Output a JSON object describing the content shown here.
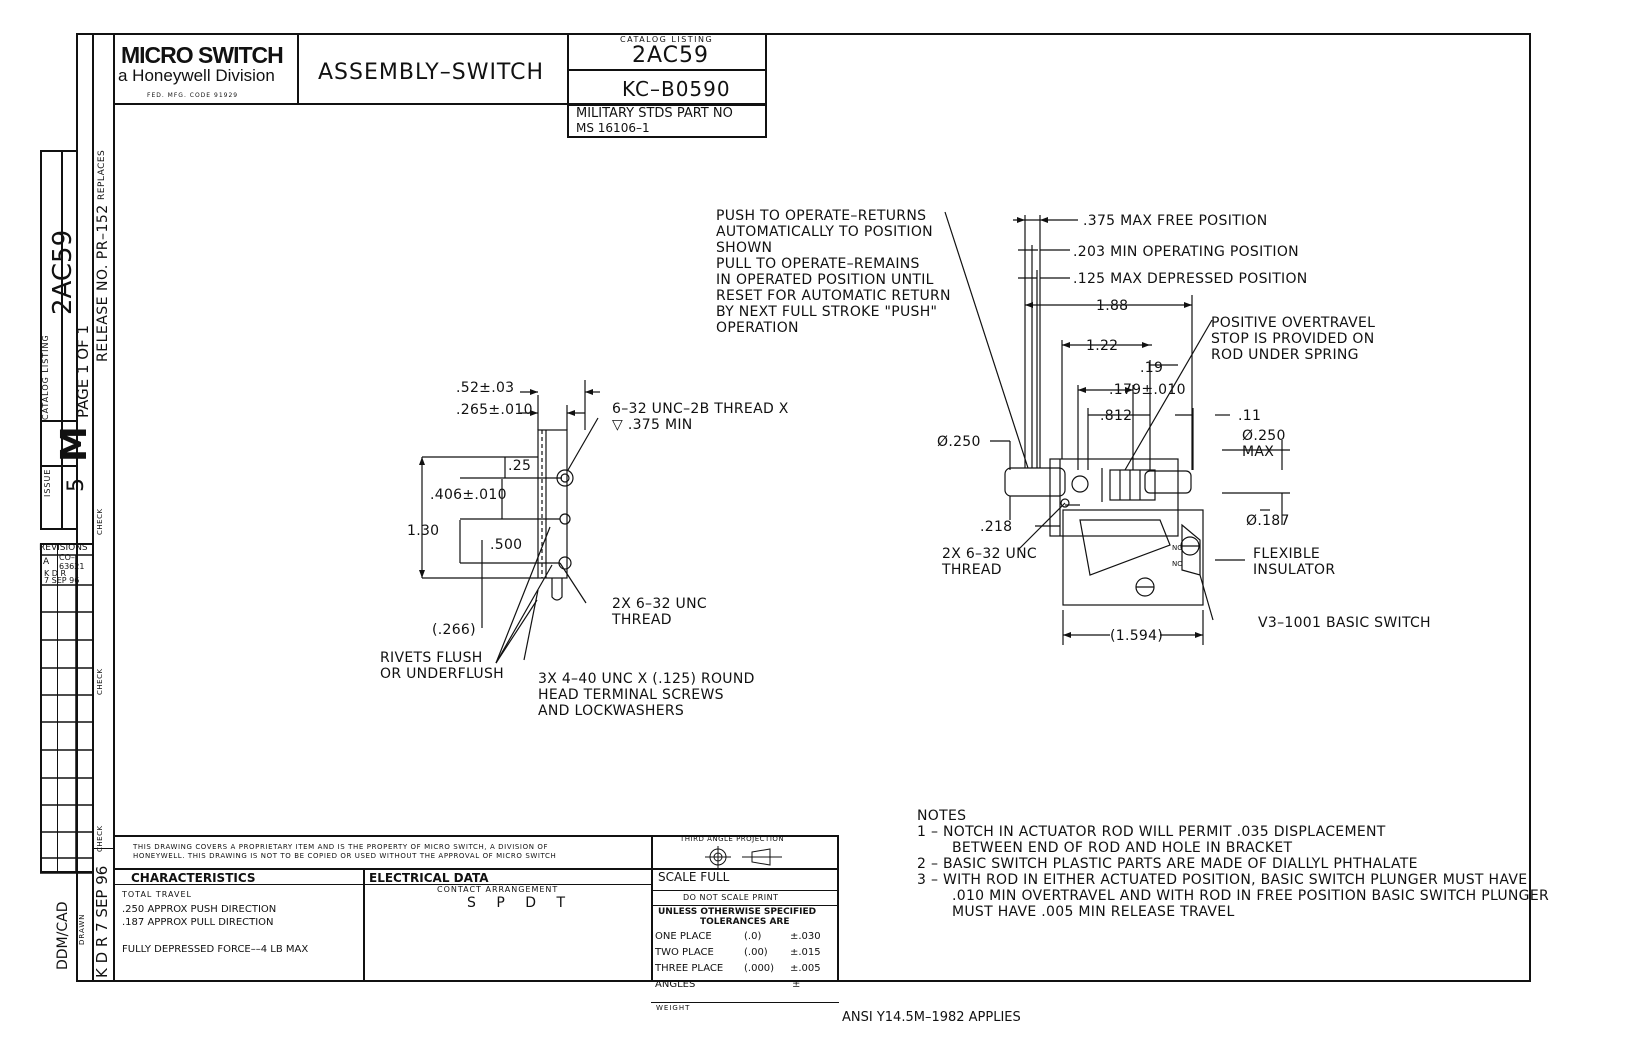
{
  "title_block": {
    "brand": "MICRO SWITCH",
    "division": "a Honeywell Division",
    "fed_code": "FED. MFG. CODE 91929",
    "drawing_title": "ASSEMBLY–SWITCH",
    "catalog_listing_label": "CATALOG LISTING",
    "catalog_listing": "2AC59",
    "drawing_number": "KC–B0590",
    "military_label": "MILITARY STDS PART NO",
    "military_part": "MS 16106–1"
  },
  "left_strip": {
    "replaces": "REPLACES",
    "release_no": "RELEASE NO. PR–152",
    "page": "PAGE 1 OF 1",
    "catalog_listing_label": "CATALOG LISTING",
    "catalog_listing": "2AC59",
    "issue_label": "ISSUE",
    "issue_letter": "M",
    "issue_number": "5",
    "check1": "CHECK",
    "check2": "CHECK",
    "check3": "CHECK",
    "revisions": "REVISIONS",
    "rev_a": "A",
    "rev_co": "CO–",
    "rev_co_num": "63621",
    "rev_kdr": "K D R",
    "rev_date": "7 SEP 96",
    "drawn_date": "K D R 7 SEP 96",
    "drawn": "DRAWN",
    "ddm_cad": "DDM/CAD"
  },
  "left_view": {
    "dim_52": ".52±.03",
    "dim_265": ".265±.010",
    "thread_note_1": "6–32 UNC–2B THREAD X",
    "thread_note_2": "▽ .375 MIN",
    "dim_25": ".25",
    "dim_406": ".406±.010",
    "dim_130": "1.30",
    "dim_500": ".500",
    "unc_note_1": "2X 6–32 UNC",
    "unc_note_2": "THREAD",
    "dim_266": "(.266)",
    "rivets_1": "RIVETS FLUSH",
    "rivets_2": "OR UNDERFLUSH",
    "screws_1": "3X 4–40 UNC X (.125) ROUND",
    "screws_2": "HEAD TERMINAL SCREWS",
    "screws_3": "AND LOCKWASHERS"
  },
  "push_note": [
    "PUSH TO OPERATE–RETURNS",
    "AUTOMATICALLY TO POSITION",
    "SHOWN",
    "PULL TO OPERATE–REMAINS",
    "IN OPERATED POSITION UNTIL",
    "RESET FOR AUTOMATIC RETURN",
    "BY NEXT FULL STROKE \"PUSH\"",
    "OPERATION"
  ],
  "right_view": {
    "free_pos": ".375 MAX FREE POSITION",
    "operating_pos": ".203 MIN OPERATING POSITION",
    "depressed_pos": ".125 MAX DEPRESSED POSITION",
    "dim_188": "1.88",
    "overtravel_1": "POSITIVE OVERTRAVEL",
    "overtravel_2": "STOP IS PROVIDED ON",
    "overtravel_3": "ROD UNDER SPRING",
    "dim_122": "1.22",
    "dim_19": ".19",
    "dim_179": ".179±.010",
    "dim_812": ".812",
    "dim_11": ".11",
    "dia_250_left": "Ø.250",
    "dia_250_right": "Ø.250",
    "max": "MAX",
    "dim_218": ".218",
    "dia_187": "Ø.187",
    "unc_1": "2X 6–32 UNC",
    "unc_2": "THREAD",
    "flex_1": "FLEXIBLE",
    "flex_2": "INSULATOR",
    "dim_1594": "(1.594)",
    "basic_switch": "V3–1001 BASIC SWITCH",
    "nc": "NC",
    "no": "NO"
  },
  "notes": [
    "NOTES",
    "1 – NOTCH IN ACTUATOR ROD WILL PERMIT .035 DISPLACEMENT",
    "BETWEEN END OF ROD AND HOLE IN BRACKET",
    "2 – BASIC SWITCH PLASTIC PARTS ARE MADE OF DIALLYL PHTHALATE",
    "3 – WITH ROD IN EITHER ACTUATED POSITION, BASIC SWITCH PLUNGER MUST HAVE",
    ".010 MIN OVERTRAVEL AND WITH ROD IN FREE POSITION BASIC SWITCH PLUNGER",
    "MUST HAVE .005 MIN RELEASE TRAVEL"
  ],
  "bottom_block": {
    "proprietary_1": "THIS DRAWING COVERS A PROPRIETARY ITEM AND IS THE PROPERTY OF MICRO SWITCH, A DIVISION OF",
    "proprietary_2": "HONEYWELL. THIS DRAWING IS NOT TO BE COPIED OR USED WITHOUT THE APPROVAL OF MICRO SWITCH",
    "characteristics": "CHARACTERISTICS",
    "electrical": "ELECTRICAL DATA",
    "total_travel": "TOTAL TRAVEL",
    "push_dir": ".250 APPROX PUSH DIRECTION",
    "pull_dir": ".187 APPROX PULL DIRECTION",
    "force": "FULLY DEPRESSED FORCE––4 LB MAX",
    "contact_arr": "CONTACT ARRANGEMENT",
    "spdt": "S P D T",
    "projection": "THIRD ANGLE PROJECTION",
    "scale": "SCALE FULL",
    "no_scale": "DO NOT SCALE PRINT",
    "tol_1": "UNLESS OTHERWISE SPECIFIED",
    "tol_2": "TOLERANCES ARE",
    "one_place": "ONE PLACE",
    "one_paren": "(.0)",
    "one_val": "±.030",
    "two_place": "TWO PLACE",
    "two_paren": "(.00)",
    "two_val": "±.015",
    "three_place": "THREE PLACE",
    "three_paren": "(.000)",
    "three_val": "±.005",
    "angles": "ANGLES",
    "angles_val": "±",
    "weight": "WEIGHT",
    "ansi": "ANSI Y14.5M–1982 APPLIES"
  }
}
